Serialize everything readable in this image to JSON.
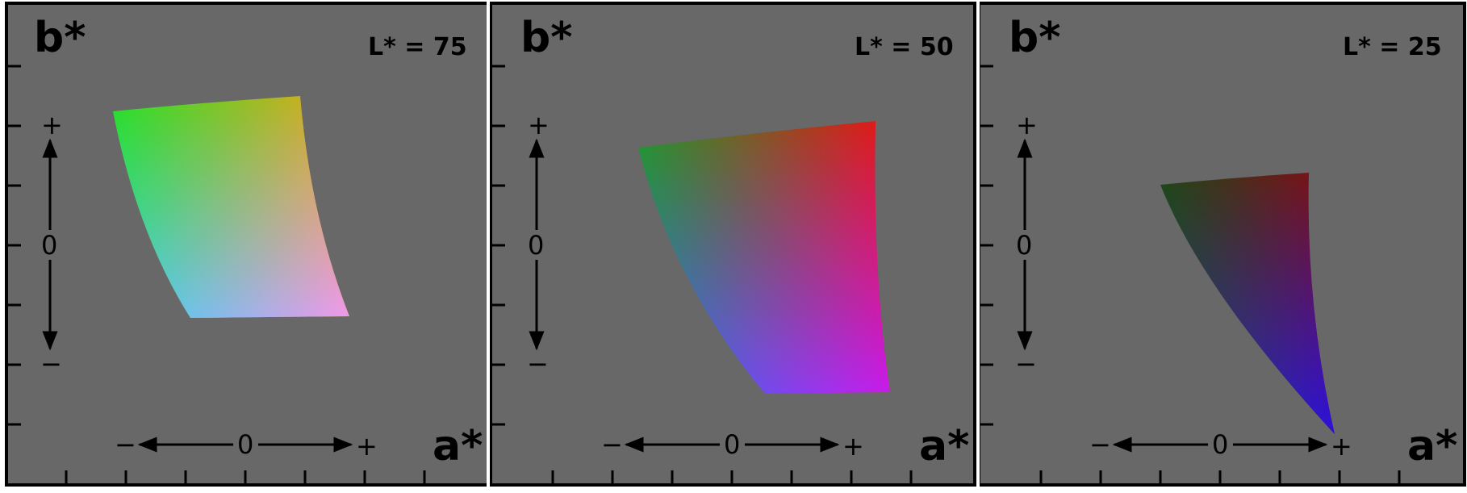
{
  "panels": [
    {
      "id": "p1",
      "y_axis_label": "b*",
      "x_axis_label": "a*",
      "lightness_label": "L* = 75",
      "y_axis_ends": {
        "plus": "+",
        "zero": "0",
        "minus": "−"
      },
      "x_axis_ends": {
        "minus": "−",
        "zero": "0",
        "plus": "+"
      },
      "gamut_colors": {
        "top_left": "#22e11c",
        "top_right": "#f7a21a",
        "bottom_left": "#2ed6f6",
        "bottom_right": "#fb94f6",
        "center": "#c4b8a0"
      }
    },
    {
      "id": "p2",
      "y_axis_label": "b*",
      "x_axis_label": "a*",
      "lightness_label": "L* = 50",
      "y_axis_ends": {
        "plus": "+",
        "zero": "0",
        "minus": "−"
      },
      "x_axis_ends": {
        "minus": "−",
        "zero": "0",
        "plus": "+"
      },
      "gamut_colors": {
        "top_left": "#1f9a1d",
        "top_right": "#f20f12",
        "bottom_left": "#1b7cf6",
        "bottom_right": "#cc18f4",
        "center": "#b15a76"
      }
    },
    {
      "id": "p3",
      "y_axis_label": "b*",
      "x_axis_label": "a*",
      "lightness_label": "L* = 25",
      "y_axis_ends": {
        "plus": "+",
        "zero": "0",
        "minus": "−"
      },
      "x_axis_ends": {
        "minus": "−",
        "zero": "0",
        "plus": "+"
      },
      "gamut_colors": {
        "top_left": "#1a4a14",
        "top_right": "#8c0a14",
        "bottom_left": "#194c82",
        "bottom_right": "#2a0ee6",
        "center": "#4c2a5a"
      }
    }
  ],
  "colors": {
    "panel_background": "#686868",
    "frame": "#000000",
    "separator": "#ffffff"
  }
}
